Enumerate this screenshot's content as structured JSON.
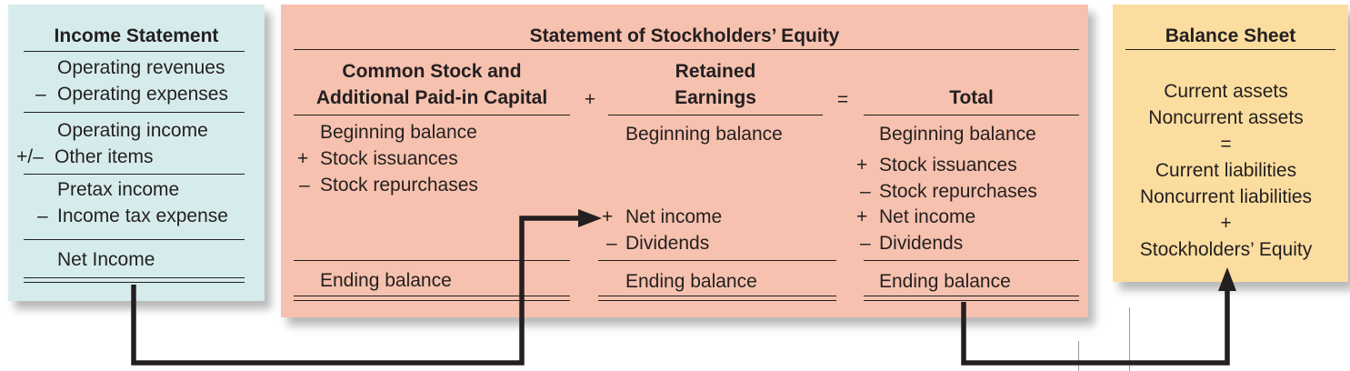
{
  "income": {
    "title": "Income Statement",
    "op_rev": "Operating revenues",
    "op_exp_sign": "–",
    "op_exp": "Operating expenses",
    "op_inc": "Operating income",
    "other_sign": "+/–",
    "other": "Other items",
    "pretax": "Pretax income",
    "tax_sign": "–",
    "tax": "Income tax expense",
    "net": "Net Income"
  },
  "equity": {
    "title": "Statement of Stockholders’ Equity",
    "cs": {
      "header1": "Common Stock and",
      "header2": "Additional Paid-in Capital",
      "begin": "Beginning balance",
      "plus": "+",
      "issuances": "Stock issuances",
      "minus": "–",
      "repurchases": "Stock repurchases",
      "ending": "Ending balance"
    },
    "plus_op": "+",
    "re": {
      "header1": "Retained",
      "header2": "Earnings",
      "begin": "Beginning balance",
      "plus": "+",
      "net_income": "Net income",
      "minus": "–",
      "dividends": "Dividends",
      "ending": "Ending balance"
    },
    "eq_op": "=",
    "total": {
      "header": "Total",
      "begin": "Beginning balance",
      "plus1": "+",
      "issuances": "Stock issuances",
      "minus1": "–",
      "repurchases": "Stock repurchases",
      "plus2": "+",
      "net_income": "Net income",
      "minus2": "–",
      "dividends": "Dividends",
      "ending": "Ending balance"
    }
  },
  "balance": {
    "title": "Balance Sheet",
    "current_assets": "Current assets",
    "noncurrent_assets": "Noncurrent assets",
    "equals": "=",
    "current_liabilities": "Current liabilities",
    "noncurrent_liabilities": "Noncurrent liabilities",
    "plus": "+",
    "equity": "Stockholders’ Equity"
  },
  "colors": {
    "income_bg": "#d6ecec",
    "equity_bg": "#f6c1ae",
    "balance_bg": "#fbdd9f",
    "line": "#231f20"
  }
}
